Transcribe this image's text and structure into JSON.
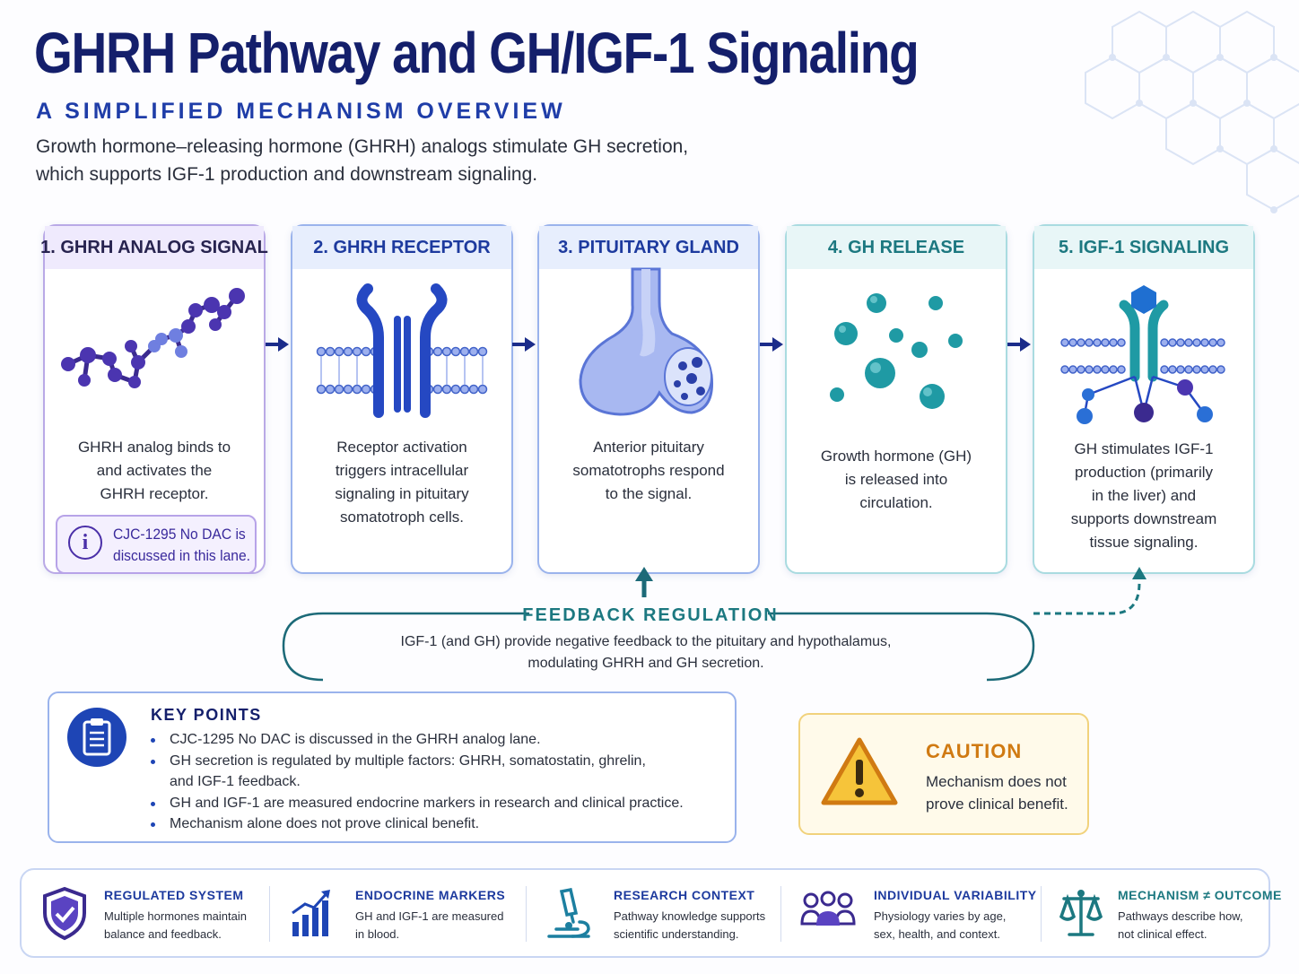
{
  "header": {
    "title": "GHRH Pathway and GH/IGF-1 Signaling",
    "subtitle": "A SIMPLIFIED MECHANISM OVERVIEW",
    "intro": [
      "Growth hormone–releasing hormone (GHRH) analogs stimulate GH secretion,",
      "which supports IGF-1 production and downstream signaling."
    ]
  },
  "steps": [
    {
      "title": "1. GHRH ANALOG SIGNAL",
      "text": [
        "GHRH analog binds to",
        "and activates the",
        "GHRH receptor."
      ],
      "icon": "peptide-chain-icon",
      "note": [
        "CJC-1295 No DAC is",
        "discussed in this lane."
      ]
    },
    {
      "title": "2. GHRH RECEPTOR",
      "text": [
        "Receptor activation",
        "triggers intracellular",
        "signaling in pituitary",
        "somatotroph cells."
      ],
      "icon": "membrane-receptor-icon"
    },
    {
      "title": "3. PITUITARY GLAND",
      "text": [
        "Anterior pituitary",
        "somatotrophs respond",
        "to the signal."
      ],
      "icon": "pituitary-gland-icon"
    },
    {
      "title": "4. GH RELEASE",
      "text": [
        "Growth hormone (GH)",
        "is released into",
        "circulation."
      ],
      "icon": "hormone-molecules-icon"
    },
    {
      "title": "5. IGF-1 SIGNALING",
      "text": [
        "GH stimulates IGF-1",
        "production (primarily",
        "in the liver) and",
        "supports downstream",
        "tissue signaling."
      ],
      "icon": "receptor-signaling-icon"
    }
  ],
  "feedback": {
    "title": "FEEDBACK REGULATION",
    "text": [
      "IGF-1 (and GH) provide negative feedback to the pituitary and hypothalamus,",
      "modulating GHRH and GH secretion."
    ]
  },
  "key_points": {
    "title": "KEY POINTS",
    "icon": "clipboard-icon",
    "items": [
      [
        "CJC-1295 No DAC is discussed in the GHRH analog lane."
      ],
      [
        "GH secretion is regulated by multiple factors: GHRH, somatostatin, ghrelin,",
        "and IGF-1 feedback."
      ],
      [
        "GH and IGF-1 are measured endocrine markers in research and clinical practice."
      ],
      [
        "Mechanism alone does not prove clinical benefit."
      ]
    ]
  },
  "caution": {
    "title": "CAUTION",
    "text": [
      "Mechanism does not",
      "prove clinical benefit."
    ],
    "icon": "warning-icon"
  },
  "footer": [
    {
      "title": "REGULATED SYSTEM",
      "text": [
        "Multiple hormones maintain",
        "balance and feedback."
      ],
      "icon": "shield-check-icon"
    },
    {
      "title": "ENDOCRINE MARKERS",
      "text": [
        "GH and IGF-1 are measured",
        "in blood."
      ],
      "icon": "bar-chart-icon"
    },
    {
      "title": "RESEARCH CONTEXT",
      "text": [
        "Pathway knowledge supports",
        "scientific understanding."
      ],
      "icon": "microscope-icon"
    },
    {
      "title": "INDIVIDUAL VARIABILITY",
      "text": [
        "Physiology varies by age,",
        "sex, health, and context."
      ],
      "icon": "people-icon"
    },
    {
      "title": "MECHANISM ≠ OUTCOME",
      "text": [
        "Pathways describe how,",
        "not clinical effect."
      ],
      "icon": "scales-icon"
    }
  ],
  "colors": {
    "navy": "#141f6b",
    "blue": "#1d3a9e",
    "teal": "#1c7880",
    "purple": "#4a2fa8",
    "amber": "#d07a12"
  }
}
